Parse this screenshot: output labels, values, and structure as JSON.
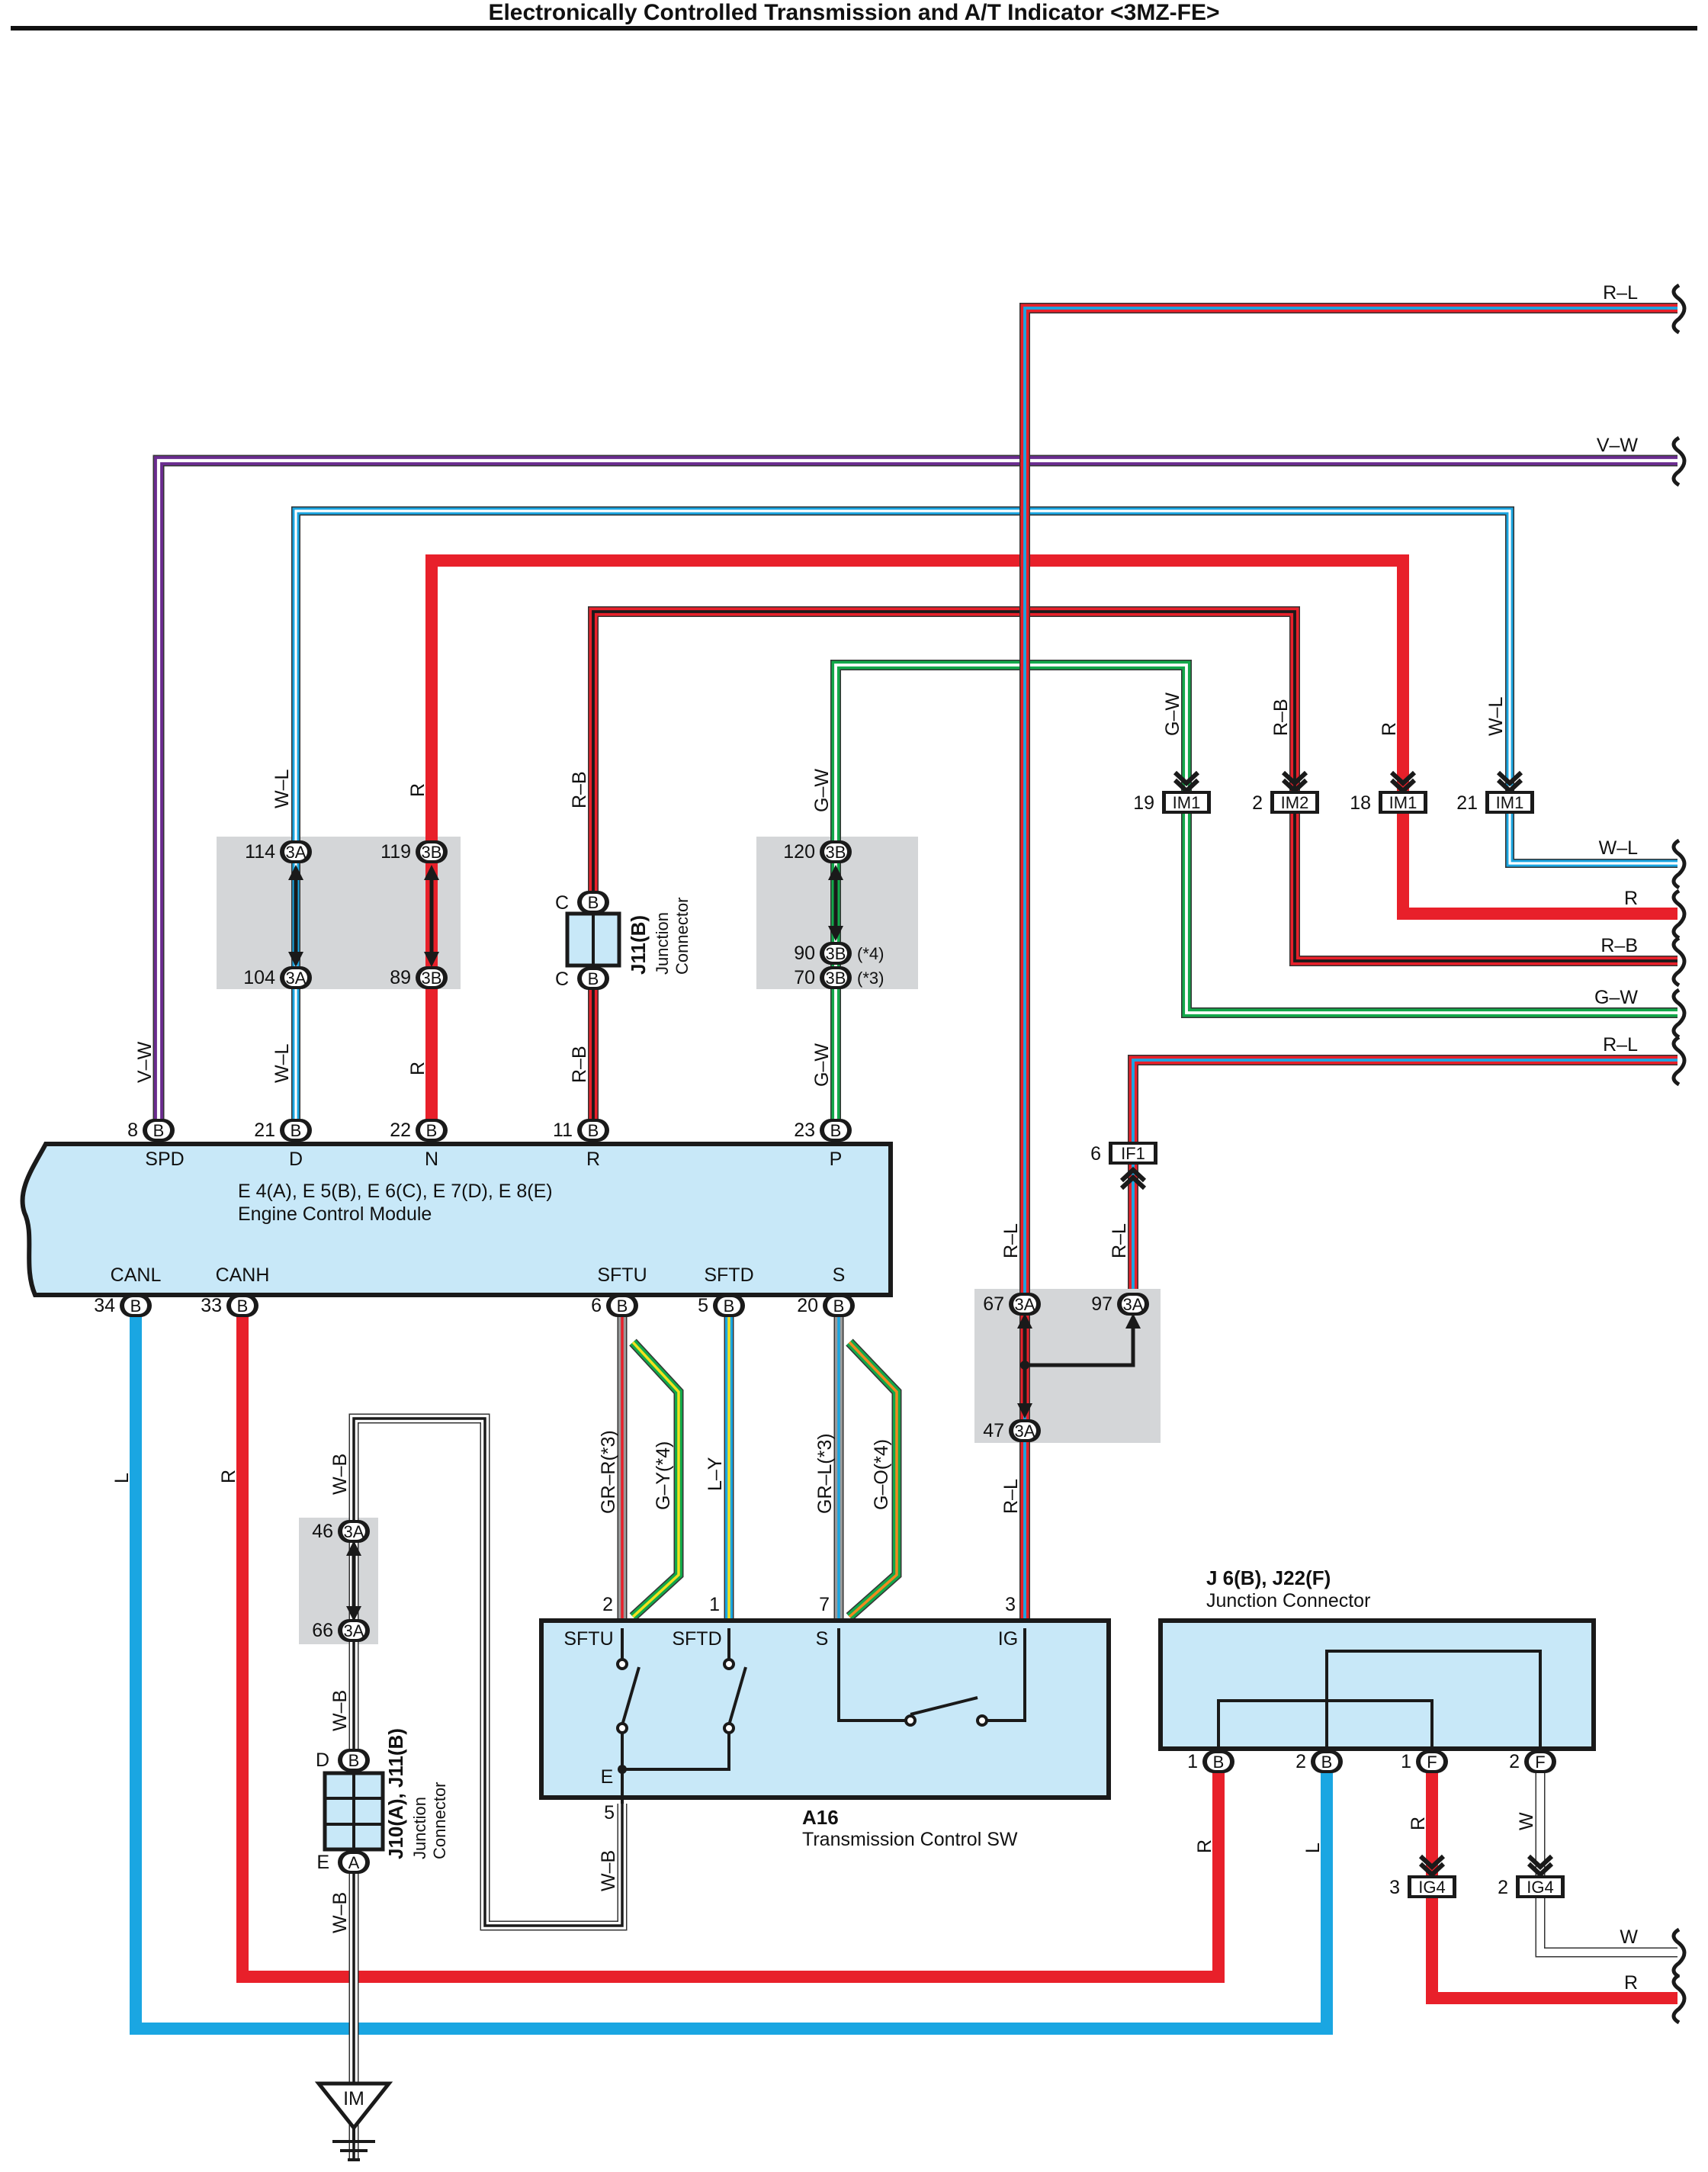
{
  "title": "Electronically Controlled Transmission and A/T Indicator <3MZ-FE>",
  "colors": {
    "R": "#e8202a",
    "L": "#1aa6e2",
    "V": "#6a2c8e",
    "G": "#12a84a",
    "B": "#1a1a1a",
    "W": "#ffffff",
    "Y": "#f2e21e",
    "O": "#f08a1e",
    "GR": "#9a9a9a",
    "component_fill": "#c8e8f8",
    "junction_shade": "#d4d6d8"
  },
  "ecm": {
    "name_line1": "E 4(A), E 5(B), E 6(C), E 7(D), E 8(E)",
    "name_line2": "Engine Control Module",
    "top_pins": [
      {
        "num": "8",
        "conn": "B",
        "name": "SPD",
        "wire": "V–W"
      },
      {
        "num": "21",
        "conn": "B",
        "name": "D",
        "wire": "W–L"
      },
      {
        "num": "22",
        "conn": "B",
        "name": "N",
        "wire": "R"
      },
      {
        "num": "11",
        "conn": "B",
        "name": "R",
        "wire": "R–B"
      },
      {
        "num": "23",
        "conn": "B",
        "name": "P",
        "wire": "G–W"
      }
    ],
    "bottom_pins": [
      {
        "num": "34",
        "conn": "B",
        "name": "CANL",
        "wire": "L"
      },
      {
        "num": "33",
        "conn": "B",
        "name": "CANH",
        "wire": "R"
      },
      {
        "num": "6",
        "conn": "B",
        "name": "SFTU",
        "wire": "GR–R(*3)"
      },
      {
        "num": "5",
        "conn": "B",
        "name": "SFTD",
        "wire": "L–Y"
      },
      {
        "num": "20",
        "conn": "B",
        "name": "S",
        "wire": "GR–L(*3)"
      }
    ]
  },
  "junction_3A_3B": {
    "top": [
      {
        "num": "114",
        "conn": "3A",
        "wire": "W–L"
      },
      {
        "num": "119",
        "conn": "3B",
        "wire": "R"
      },
      {
        "num": "120",
        "conn": "3B",
        "wire": "G–W"
      }
    ],
    "bottom": [
      {
        "num": "104",
        "conn": "3A"
      },
      {
        "num": "89",
        "conn": "3B"
      },
      {
        "num": "90",
        "conn": "3B",
        "note": "(*4)"
      },
      {
        "num": "70",
        "conn": "3B",
        "note": "(*3)"
      }
    ]
  },
  "j11b": {
    "name": "J11(B)",
    "sub1": "Junction",
    "sub2": "Connector",
    "pin_top": "C",
    "pin_bot": "C",
    "conn": "B",
    "wire": "R–B"
  },
  "alt_wires": {
    "sftu": "G–Y(*4)",
    "s": "G–O(*4)"
  },
  "im_connectors": [
    {
      "num": "19",
      "name": "IM1",
      "wire": "G–W"
    },
    {
      "num": "2",
      "name": "IM2",
      "wire": "R–B"
    },
    {
      "num": "18",
      "name": "IM1",
      "wire": "R"
    },
    {
      "num": "21",
      "name": "IM1",
      "wire": "W–L"
    }
  ],
  "right_wires": [
    "R–L",
    "V–W",
    "W–L",
    "R",
    "R–B",
    "G–W",
    "R–L",
    "W",
    "R"
  ],
  "if1": {
    "num": "6",
    "name": "IF1",
    "wire": "R–L"
  },
  "junction_3A_right": {
    "pins": [
      {
        "num": "67",
        "conn": "3A",
        "wire": "R–L"
      },
      {
        "num": "97",
        "conn": "3A",
        "wire": "R–L"
      },
      {
        "num": "47",
        "conn": "3A",
        "wire": "R–L"
      }
    ]
  },
  "junction_wb": {
    "top": {
      "num": "46",
      "conn": "3A"
    },
    "bottom": {
      "num": "66",
      "conn": "3A"
    },
    "wire": "W–B"
  },
  "j10": {
    "name": "J10(A), J11(B)",
    "sub1": "Junction",
    "sub2": "Connector",
    "pin_top": "D",
    "pin_top_conn": "B",
    "pin_bot": "E",
    "pin_bot_conn": "A",
    "wire": "W–B"
  },
  "ground": {
    "label": "IM"
  },
  "a16": {
    "id": "A16",
    "name": "Transmission Control SW",
    "pins": [
      {
        "num": "2",
        "name": "SFTU"
      },
      {
        "num": "1",
        "name": "SFTD"
      },
      {
        "num": "7",
        "name": "S"
      },
      {
        "num": "3",
        "name": "IG"
      },
      {
        "num": "5",
        "name": "E"
      }
    ],
    "e_wire": "W–B"
  },
  "j6": {
    "name1": "J 6(B), J22(F)",
    "name2": "Junction Connector",
    "pins": [
      {
        "num": "1",
        "conn": "B",
        "wire": "R"
      },
      {
        "num": "2",
        "conn": "B",
        "wire": "L"
      },
      {
        "num": "1",
        "conn": "F",
        "wire": "R"
      },
      {
        "num": "2",
        "conn": "F",
        "wire": "W"
      }
    ]
  },
  "ig4": [
    {
      "num": "3",
      "name": "IG4"
    },
    {
      "num": "2",
      "name": "IG4"
    }
  ]
}
